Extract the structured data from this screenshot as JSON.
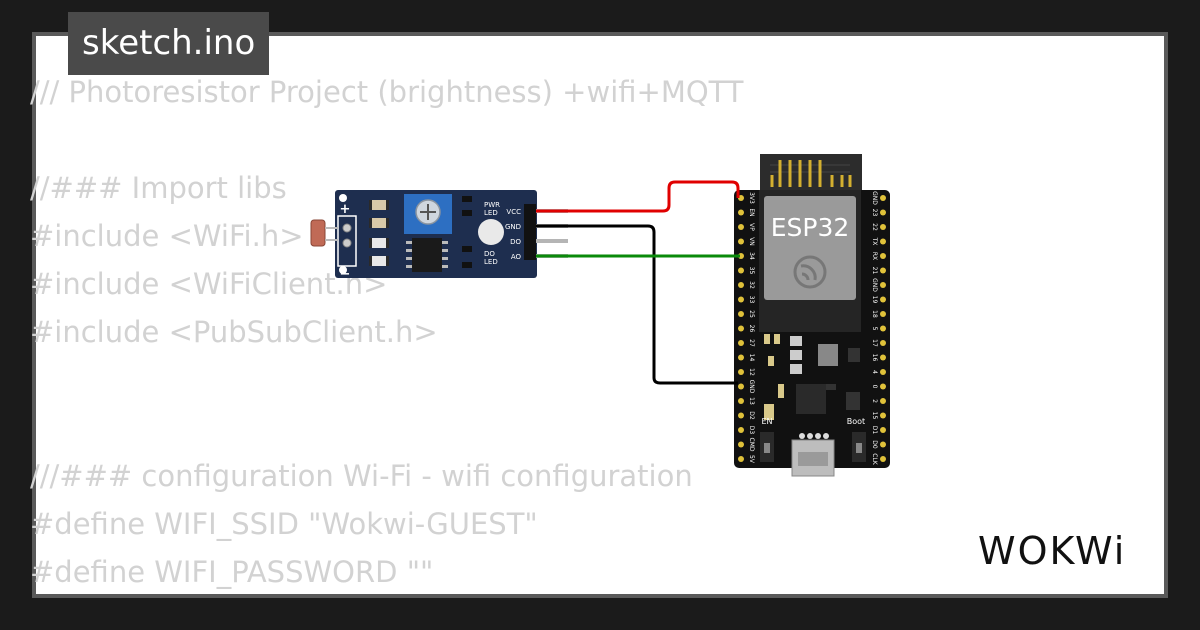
{
  "file_tab": {
    "label": "sketch.ino"
  },
  "code_lines": [
    "/// Photoresistor Project (brightness) +wifi+MQTT",
    "",
    "//### Import libs",
    "#include <WiFi.h>",
    "#include <WiFiClient.h>",
    "#include <PubSubClient.h>",
    "",
    "",
    "///### configuration Wi-Fi - wifi configuration",
    "#define WIFI_SSID \"Wokwi-GUEST\"",
    "#define WIFI_PASSWORD \"\""
  ],
  "sensor_module": {
    "plus_label": "+",
    "minus_label": "−",
    "pwr_led_label": "PWR\nLED",
    "do_led_label": "DO\nLED",
    "pins": [
      "VCC",
      "GND",
      "DO",
      "AO"
    ]
  },
  "esp32": {
    "chip_label": "ESP32",
    "en_label": "EN",
    "boot_label": "Boot",
    "left_pins": [
      "3V3",
      "EN",
      "VP",
      "VN",
      "34",
      "35",
      "32",
      "33",
      "25",
      "26",
      "27",
      "14",
      "12",
      "GND",
      "13",
      "D2",
      "D3",
      "CMD",
      "5V"
    ],
    "right_pins": [
      "GND",
      "23",
      "22",
      "TX",
      "RX",
      "21",
      "GND",
      "19",
      "18",
      "5",
      "17",
      "16",
      "4",
      "0",
      "2",
      "15",
      "D1",
      "D0",
      "CLK"
    ]
  },
  "colors": {
    "background": "#1b1b1b",
    "card": "#ffffff",
    "card_border": "#5a5a5a",
    "code_text": "#d2d2d2",
    "wire_vcc": "#e00000",
    "wire_gnd": "#000000",
    "wire_ao": "#0a8a0a",
    "pcb_blue": "#1e2e4f",
    "pcb_black": "#111111"
  },
  "brand": {
    "logo_text": "WOKWi"
  }
}
